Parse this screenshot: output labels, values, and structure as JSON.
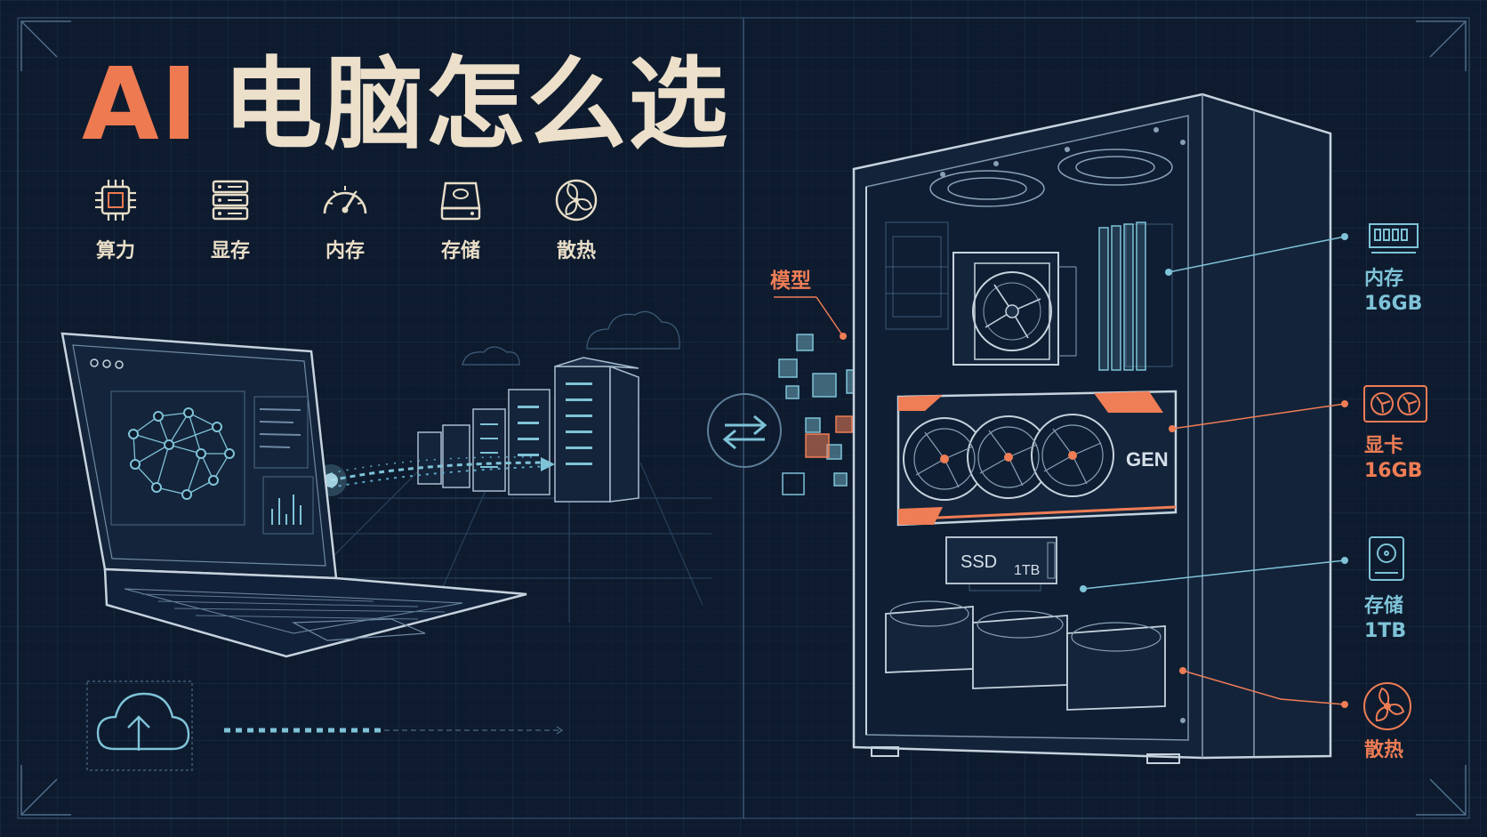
{
  "title": {
    "ai": "AI",
    "rest": "电脑怎么选"
  },
  "features": [
    {
      "label": "算力",
      "icon": "cpu-chip-icon"
    },
    {
      "label": "显存",
      "icon": "server-stack-icon"
    },
    {
      "label": "内存",
      "icon": "gauge-icon"
    },
    {
      "label": "存储",
      "icon": "hard-drive-icon"
    },
    {
      "label": "散热",
      "icon": "fan-icon"
    }
  ],
  "model_label": "模型",
  "specs": [
    {
      "name": "内存",
      "value": "16GB",
      "icon": "ram-module-icon",
      "color": "#7fc3d8"
    },
    {
      "name": "显卡",
      "value": "16GB",
      "icon": "graphics-card-icon",
      "color": "#ef7d55"
    },
    {
      "name": "存储",
      "value": "1TB",
      "icon": "hard-drive-icon",
      "color": "#7fc3d8"
    },
    {
      "name": "散热",
      "value": "",
      "icon": "fan-icon",
      "color": "#ef7d55"
    }
  ],
  "pc_labels": {
    "ssd": "SSD",
    "ssd_capacity": "1TB",
    "gpu_brand": "GEN"
  },
  "colors": {
    "accent": "#ee7a52",
    "cream": "#ece0cb",
    "cyan": "#7fc3d8",
    "background": "#0e1b2e"
  }
}
